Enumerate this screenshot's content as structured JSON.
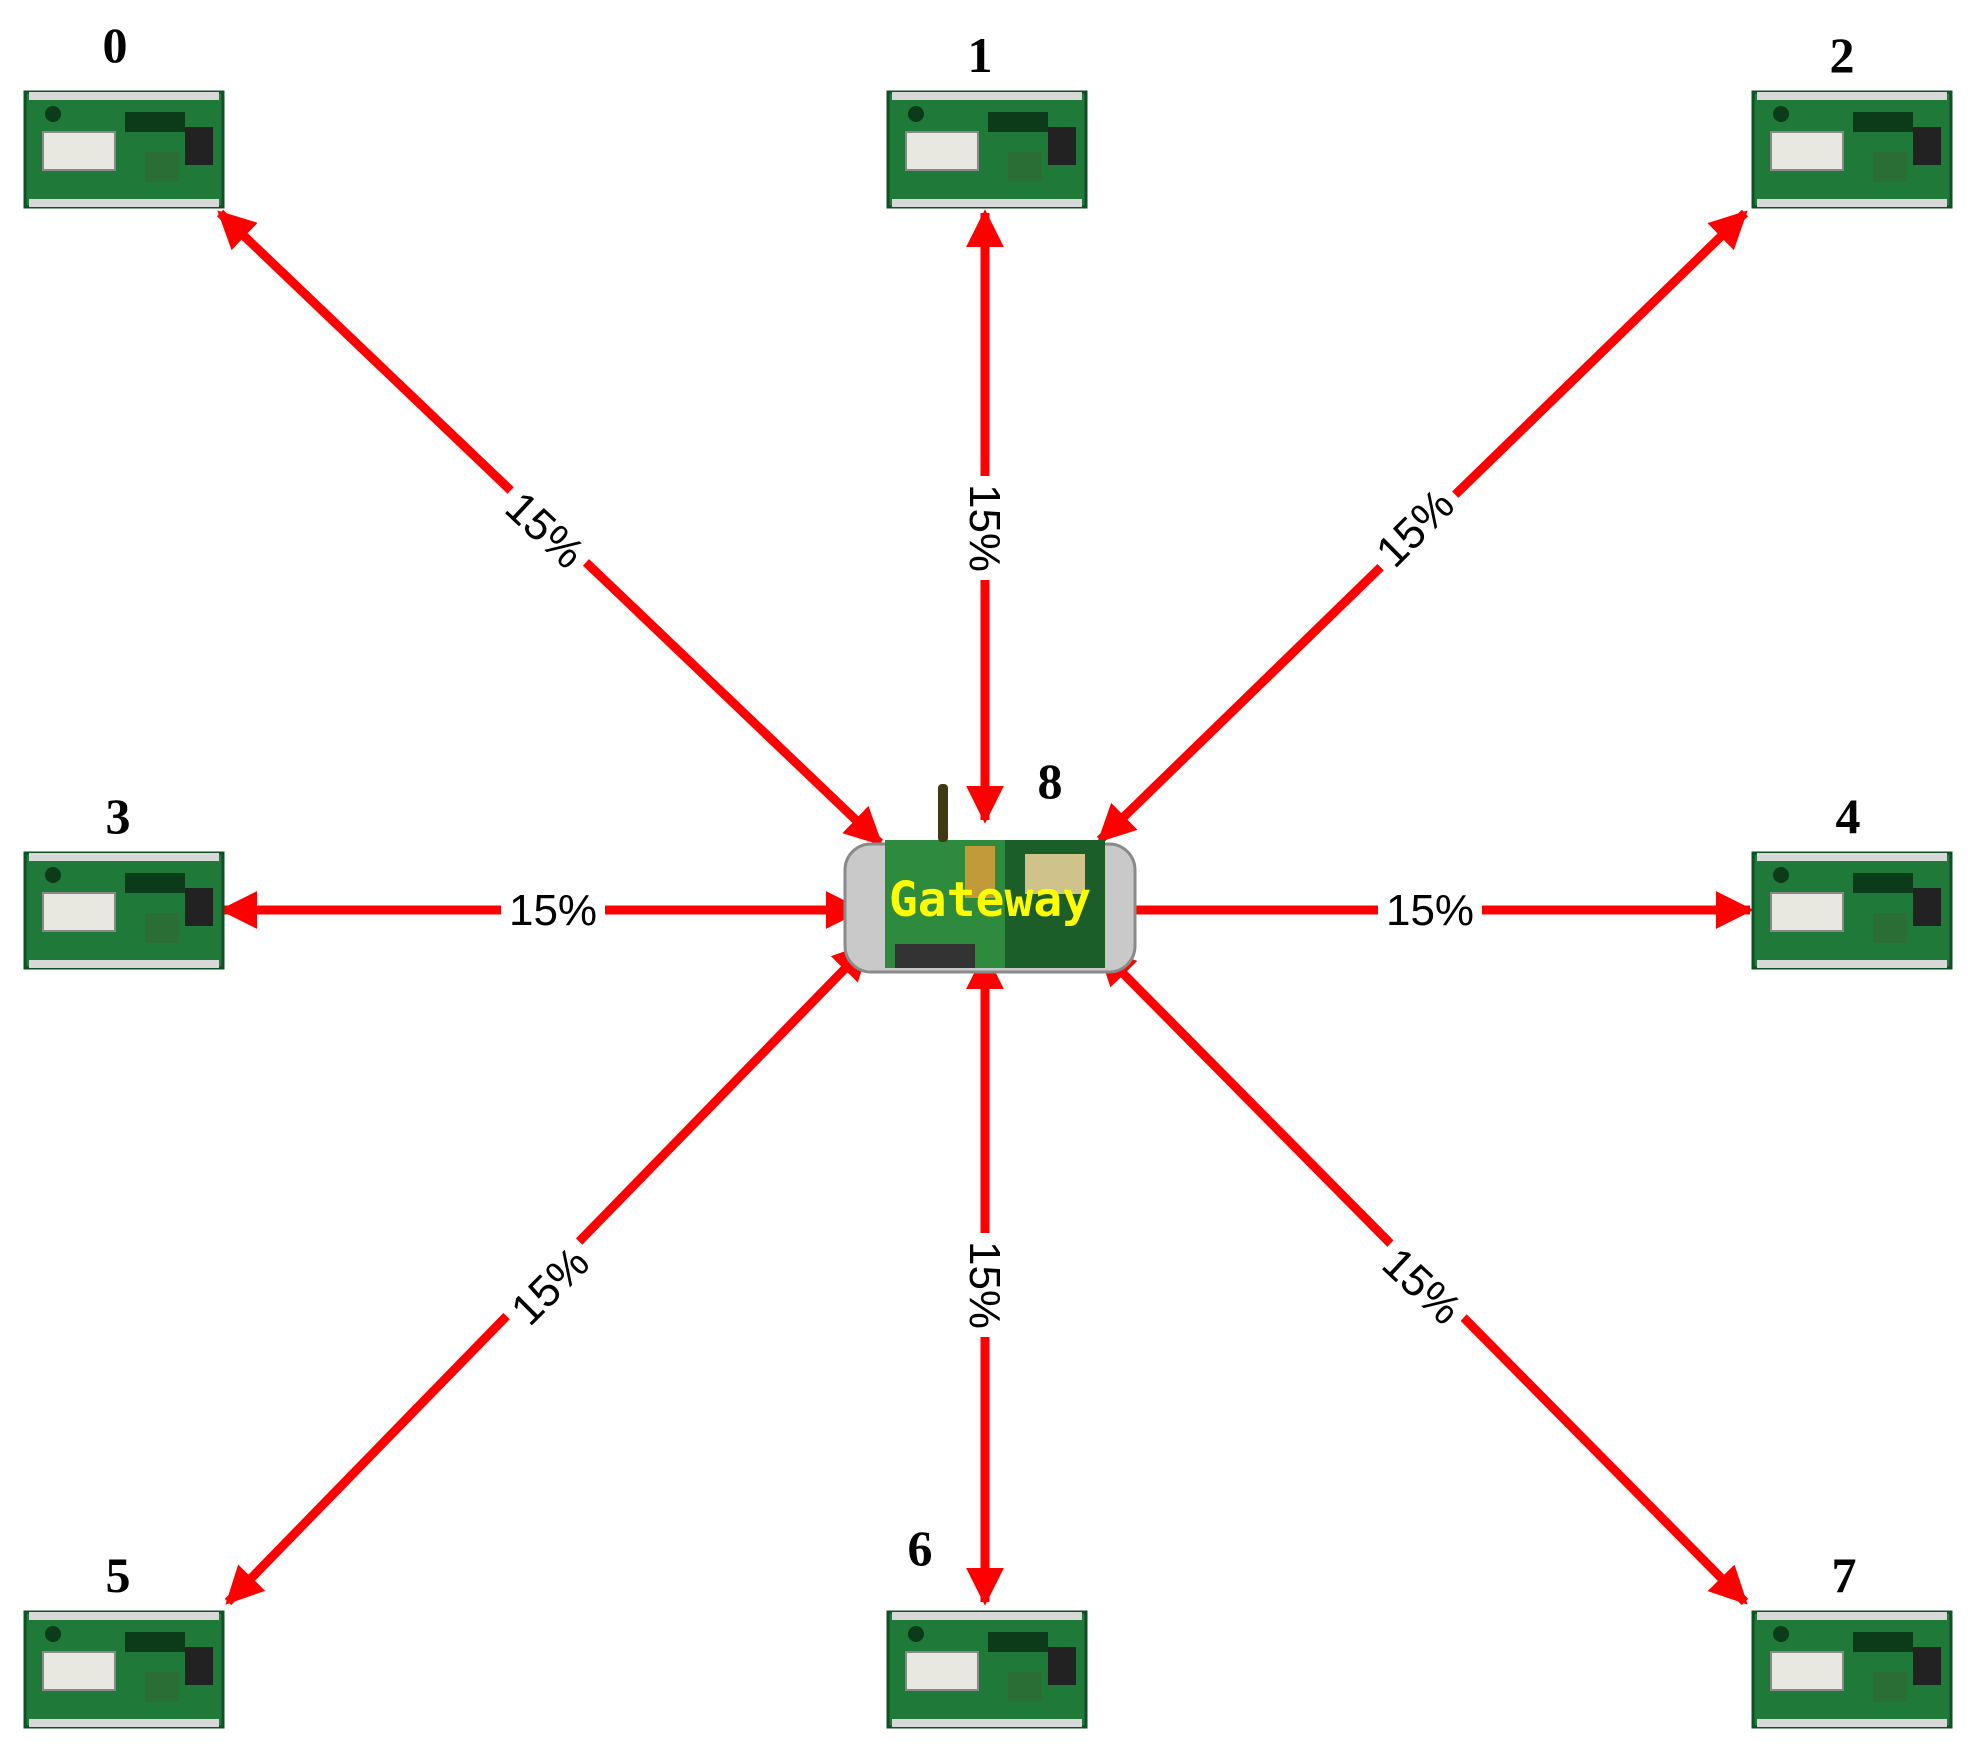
{
  "gateway": {
    "id": "8",
    "label": "Gateway"
  },
  "nodes": [
    {
      "id": "0",
      "link_label": "15%"
    },
    {
      "id": "1",
      "link_label": "15%"
    },
    {
      "id": "2",
      "link_label": "15%"
    },
    {
      "id": "3",
      "link_label": "15%"
    },
    {
      "id": "4",
      "link_label": "15%"
    },
    {
      "id": "5",
      "link_label": "15%"
    },
    {
      "id": "6",
      "link_label": "15%"
    },
    {
      "id": "7",
      "link_label": "15%"
    }
  ],
  "colors": {
    "link": "#ff0000",
    "board": "#1f7a3a",
    "board_dark": "#0f4f24",
    "gateway_label": "#ffff00"
  }
}
